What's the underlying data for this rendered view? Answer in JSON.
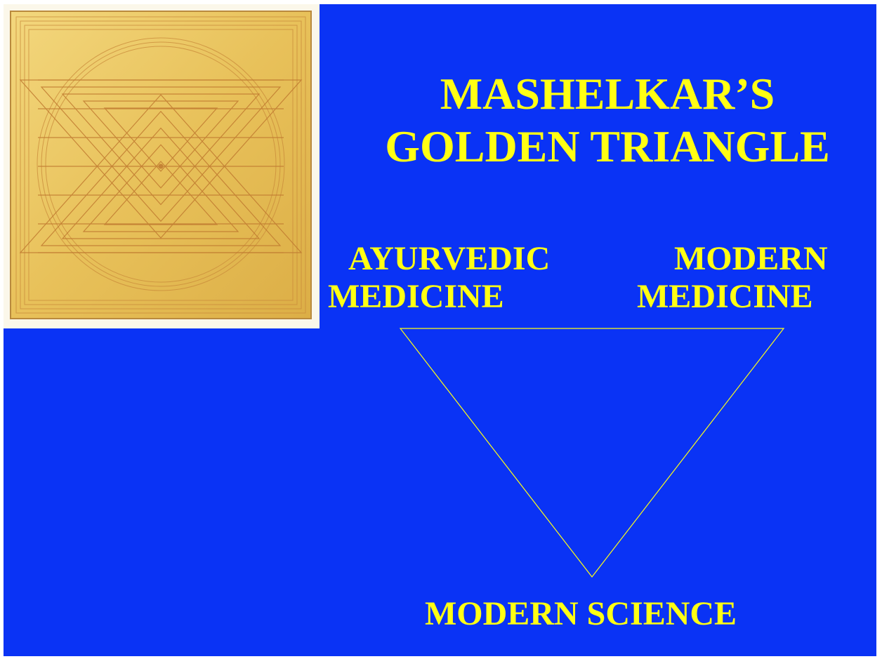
{
  "slide": {
    "background_color": "#0a33f5",
    "text_color": "#ffff14",
    "title_lines": [
      "MASHELKAR’S",
      "GOLDEN TRIANGLE"
    ],
    "labels": {
      "ayurvedic_line1": "AYURVEDIC",
      "ayurvedic_line2": "MEDICINE",
      "modern_med_line1": "MODERN",
      "modern_med_line2": "MEDICINE",
      "modern_science": "MODERN SCIENCE"
    },
    "image": {
      "subject": "Sri Yantra",
      "colors": {
        "gold": "#e9c25a",
        "line": "#c98a3a",
        "paper": "#fbf7ea"
      }
    }
  }
}
